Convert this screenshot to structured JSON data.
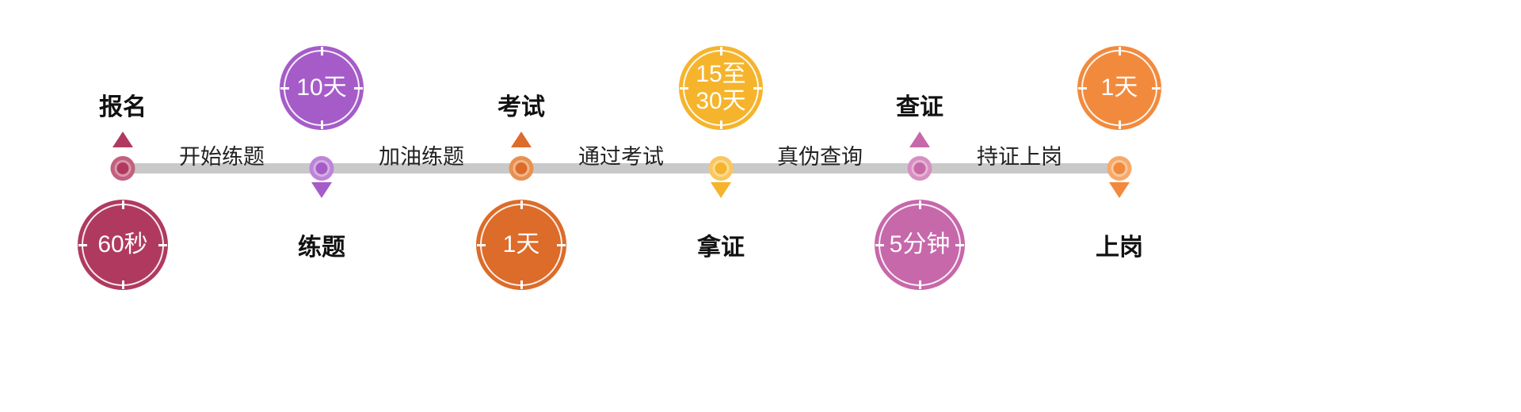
{
  "page": {
    "background": "#ffffff"
  },
  "timeline": {
    "bar_color": "#c9c9c9",
    "connectors": [
      {
        "label": "开始练题"
      },
      {
        "label": "加油练题"
      },
      {
        "label": "通过考试"
      },
      {
        "label": "真伪查询"
      },
      {
        "label": "持证上岗"
      }
    ],
    "nodes": [
      {
        "label": "报名",
        "duration": "60秒",
        "layout": "label-top",
        "color": "#b03a5f",
        "color_light": "#c4607f"
      },
      {
        "label": "练题",
        "duration": "10天",
        "layout": "label-bottom",
        "color": "#a55cc9",
        "color_light": "#bd84d8"
      },
      {
        "label": "考试",
        "duration": "1天",
        "layout": "label-top",
        "color": "#dd6b29",
        "color_light": "#e8914f"
      },
      {
        "label": "拿证",
        "duration": "15至\n30天",
        "layout": "label-bottom",
        "color": "#f5b42c",
        "color_light": "#f8c75e"
      },
      {
        "label": "查证",
        "duration": "5分钟",
        "layout": "label-top",
        "color": "#c768aa",
        "color_light": "#d88fc0"
      },
      {
        "label": "上岗",
        "duration": "1天",
        "layout": "label-bottom",
        "color": "#f28a3d",
        "color_light": "#f6a968"
      }
    ]
  }
}
